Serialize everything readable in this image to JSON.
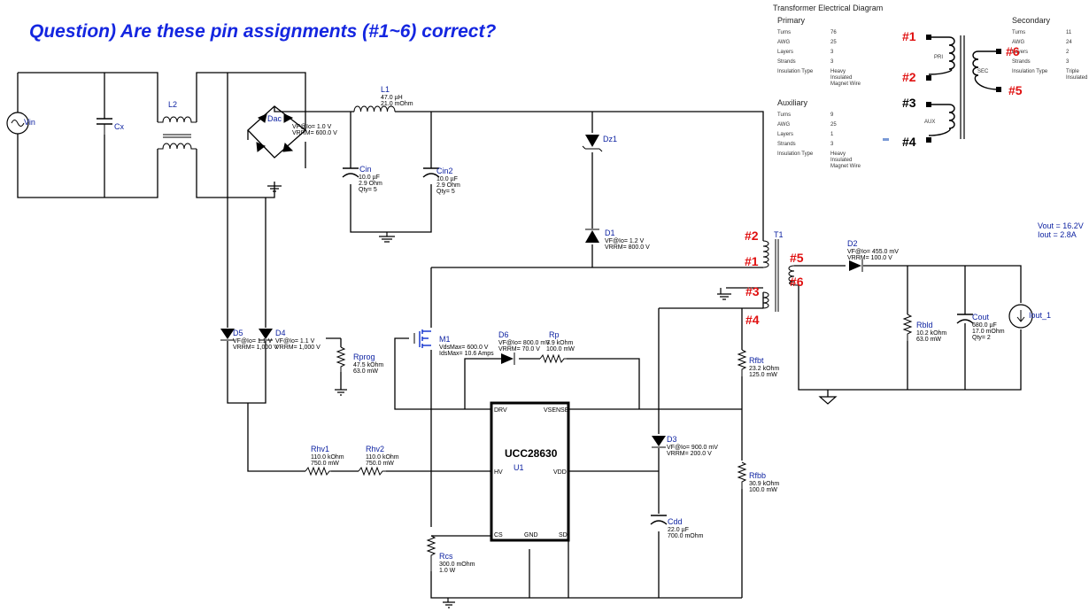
{
  "title": "Question) Are these pin assignments (#1~6) correct?",
  "components": {
    "vin": {
      "name": "Vin"
    },
    "cx": {
      "name": "Cx"
    },
    "l2": {
      "name": "L2"
    },
    "dac": {
      "name": "Dac",
      "spec1": "VF@Io= 1.0 V",
      "spec2": "VRRM= 600.0 V"
    },
    "l1": {
      "name": "L1",
      "spec1": "47.0 µH",
      "spec2": "21.0 mOhm"
    },
    "cin": {
      "name": "Cin",
      "spec1": "10.0 µF",
      "spec2": "2.9 Ohm",
      "spec3": "Qty= 5"
    },
    "cin2": {
      "name": "Cin2",
      "spec1": "10.0 µF",
      "spec2": "2.9 Ohm",
      "spec3": "Qty= 5"
    },
    "dz1": {
      "name": "Dz1"
    },
    "d1": {
      "name": "D1",
      "spec1": "VF@Io= 1.2 V",
      "spec2": "VRRM= 800.0 V"
    },
    "d5": {
      "name": "D5",
      "spec1": "VF@Io= 1.1 V",
      "spec2": "VRRM= 1,000 V"
    },
    "d4": {
      "name": "D4",
      "spec1": "VF@Io= 1.1 V",
      "spec2": "VRRM= 1,000 V"
    },
    "rprog": {
      "name": "Rprog",
      "spec1": "47.5 kOhm",
      "spec2": "63.0 mW"
    },
    "m1": {
      "name": "M1",
      "spec1": "VdsMax= 600.0 V",
      "spec2": "IdsMax= 10.6 Amps"
    },
    "d6": {
      "name": "D6",
      "spec1": "VF@Io= 800.0 mV",
      "spec2": "VRRM= 70.0 V"
    },
    "rp": {
      "name": "Rp",
      "spec1": "3.9 kOhm",
      "spec2": "100.0 mW"
    },
    "rfbt": {
      "name": "Rfbt",
      "spec1": "23.2 kOhm",
      "spec2": "125.0 mW"
    },
    "rfbb": {
      "name": "Rfbb",
      "spec1": "30.9 kOhm",
      "spec2": "100.0 mW"
    },
    "rhv1": {
      "name": "Rhv1",
      "spec1": "110.0 kOhm",
      "spec2": "750.0 mW"
    },
    "rhv2": {
      "name": "Rhv2",
      "spec1": "110.0 kOhm",
      "spec2": "750.0 mW"
    },
    "d3": {
      "name": "D3",
      "spec1": "VF@Io= 900.0 mV",
      "spec2": "VRRM= 200.0 V"
    },
    "cdd": {
      "name": "Cdd",
      "spec1": "22.0 µF",
      "spec2": "700.0 mOhm"
    },
    "rcs": {
      "name": "Rcs",
      "spec1": "300.0 mOhm",
      "spec2": "1.0 W"
    },
    "t1": {
      "name": "T1"
    },
    "d2": {
      "name": "D2",
      "spec1": "VF@Io= 455.0 mV",
      "spec2": "VRRM= 100.0 V"
    },
    "rbld": {
      "name": "Rbld",
      "spec1": "10.2 kOhm",
      "spec2": "63.0 mW"
    },
    "cout": {
      "name": "Cout",
      "spec1": "680.0 µF",
      "spec2": "17.0 mOhm",
      "spec3": "Qty= 2"
    },
    "iout": {
      "name": "Iout_1"
    }
  },
  "ic": {
    "part": "UCC28630",
    "ref": "U1",
    "pins": {
      "drv": "DRV",
      "vsense": "VSENSE",
      "hv": "HV",
      "vdd": "VDD",
      "cs": "CS",
      "gnd": "GND",
      "sd": "SD"
    }
  },
  "output": {
    "vout": "Vout = 16.2V",
    "iout": "Iout = 2.8A"
  },
  "pin_labels": {
    "p1": "#1",
    "p2": "#2",
    "p3": "#3",
    "p4": "#4",
    "p5": "#5",
    "p6": "#6"
  },
  "transformer_diagram": {
    "title": "Transformer Electrical Diagram",
    "primary": {
      "heading": "Primary",
      "rows": [
        {
          "k": "Turns",
          "v": "76"
        },
        {
          "k": "AWG",
          "v": "25"
        },
        {
          "k": "Layers",
          "v": "3"
        },
        {
          "k": "Strands",
          "v": "3"
        },
        {
          "k": "Insulation Type",
          "v": "Heavy",
          "v2": "Insulated",
          "v3": "Magnet Wire"
        }
      ]
    },
    "auxiliary": {
      "heading": "Auxiliary",
      "rows": [
        {
          "k": "Turns",
          "v": "9"
        },
        {
          "k": "AWG",
          "v": "25"
        },
        {
          "k": "Layers",
          "v": "1"
        },
        {
          "k": "Strands",
          "v": "3"
        },
        {
          "k": "Insulation Type",
          "v": "Heavy",
          "v2": "Insulated",
          "v3": "Magnet Wire"
        }
      ]
    },
    "secondary": {
      "heading": "Secondary",
      "rows": [
        {
          "k": "Turns",
          "v": "11"
        },
        {
          "k": "AWG",
          "v": "24"
        },
        {
          "k": "Layers",
          "v": "2"
        },
        {
          "k": "Strands",
          "v": "3"
        },
        {
          "k": "Insulation Type",
          "v": "Triple",
          "v2": "Insulated"
        }
      ]
    },
    "winding_labels": {
      "pri": "PRI",
      "sec": "SEC",
      "aux": "AUX"
    }
  }
}
